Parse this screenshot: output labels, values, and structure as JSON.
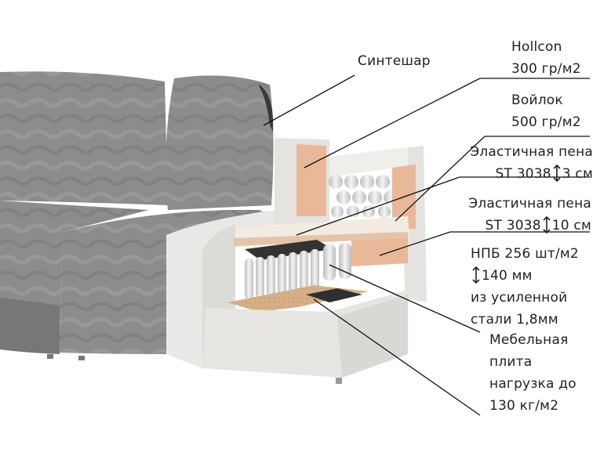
{
  "labels": {
    "sinteshar": "Синтешар",
    "hollcon_1": "Hollcon",
    "hollcon_2": "300 гр/м2",
    "voilok_1": "Войлок",
    "voilok_2": "500 гр/м2",
    "foam3_1": "Эластичная пена",
    "foam3_2a": "ST 3038",
    "foam3_2b": "3 см",
    "foam10_1": "Эластичная пена",
    "foam10_2a": "ST 3038",
    "foam10_2b": "10 см",
    "npb_1": "НПБ 256 шт/м2",
    "npb_2": "140 мм",
    "npb_3": "из усиленной",
    "npb_4": "стали 1,8мм",
    "plita_1": "Мебельная",
    "plita_2": "плита",
    "plita_3": "нагрузка до",
    "plita_4": "130 кг/м2"
  },
  "colors": {
    "fabric": "#8a8a8c",
    "fabric_light": "#a3a3a5",
    "leather": "#e9e8e6",
    "leather_shade": "#d4d3d0",
    "foam_peach": "#e8b899",
    "foam_cream": "#f1ebe2",
    "spring": "#dcdcdc",
    "board": "#d9b48a",
    "felt": "#3a3a3a",
    "line": "#111111"
  }
}
